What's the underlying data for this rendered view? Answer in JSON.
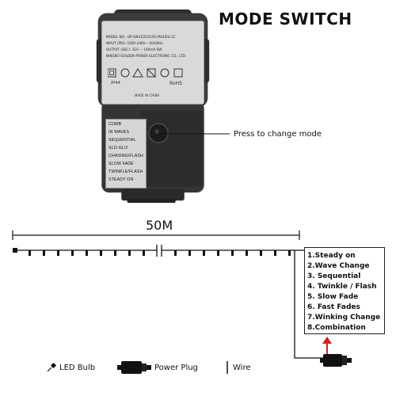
{
  "title": "MODE SWITCH",
  "press_hint": "Press to change mode",
  "length": "50M",
  "adapter": {
    "label_lines": [
      "MODEL NO.: GP-SW31DC0150-IP44/EU-1C",
      "INPUT (PRI): 100V-240V~  50/60Hz",
      "OUTPUT (SEC): 31V ··· 160mA  6W",
      "NINGBO GOLDEN POWER ELECTRONIC CO., LTD."
    ],
    "ip_rating": "IP44",
    "rohs": "RoHS",
    "made_in": "MADE IN CHINA",
    "mode_labels": [
      "COMB",
      "IN WAVES",
      "SEQUENTIAL",
      "SLO-GLO",
      "CHASING/FLASH",
      "SLOW FADE",
      "TWINKLE/FLASH",
      "STEADY ON"
    ]
  },
  "modes": [
    "1.Steady on",
    "2.Wave Change",
    "3. Sequential",
    "4. Twinkle / Flash",
    "5. Slow Fade",
    "6. Fast Fades",
    "7.Winking Change",
    "8.Combination"
  ],
  "legend": {
    "bulb": "LED Bulb",
    "plug": "Power Plug",
    "wire": "Wire"
  },
  "colors": {
    "adapter": "#3a3a3a",
    "arrow": "#e01b1b"
  }
}
